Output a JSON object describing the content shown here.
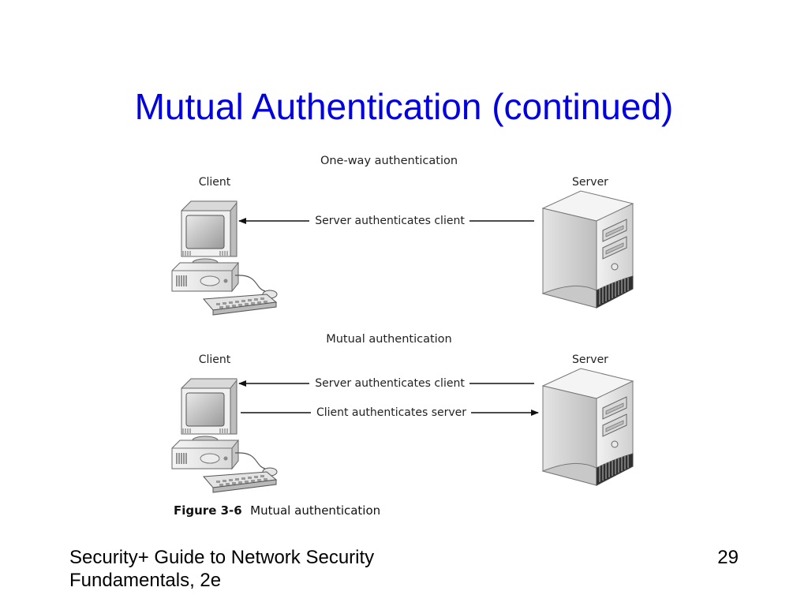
{
  "slide": {
    "title": "Mutual Authentication (continued)",
    "footer_line1": "Security+ Guide to Network Security",
    "footer_line2": "Fundamentals, 2e",
    "page_number": "29"
  },
  "figure": {
    "oneway": {
      "heading": "One-way authentication",
      "client_label": "Client",
      "server_label": "Server",
      "arrow_label": "Server authenticates client"
    },
    "mutual": {
      "heading": "Mutual authentication",
      "client_label": "Client",
      "server_label": "Server",
      "arrow1_label": "Server authenticates client",
      "arrow2_label": "Client authenticates server"
    },
    "caption_number": "Figure 3-6",
    "caption_text": "Mutual authentication"
  },
  "icons": [
    "client-computer-icon",
    "server-tower-icon"
  ]
}
